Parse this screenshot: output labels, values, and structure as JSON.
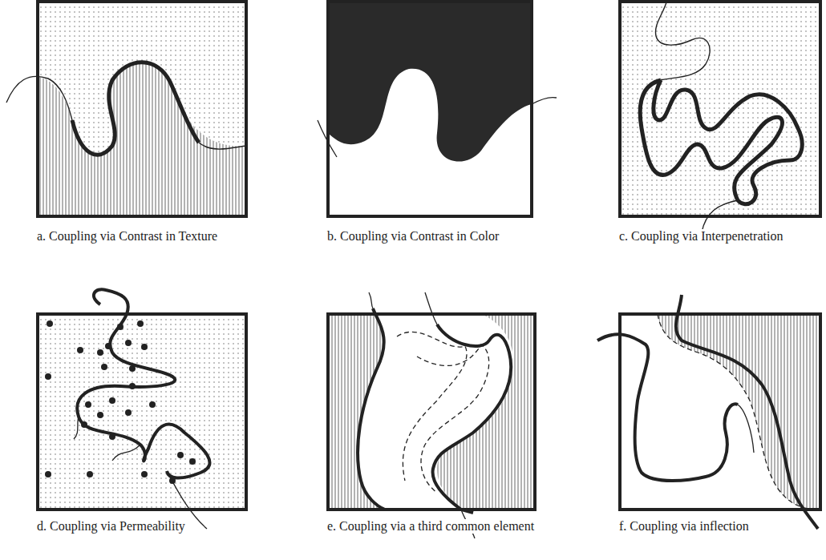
{
  "diagram": {
    "labels": [
      "a. Coupling via Contrast in Texture",
      "b. Coupling via Contrast in Color",
      "c. Coupling via Interpenetration",
      "d. Coupling via Permeability",
      "e. Coupling via a third common element",
      "f. Coupling via inflection"
    ]
  }
}
